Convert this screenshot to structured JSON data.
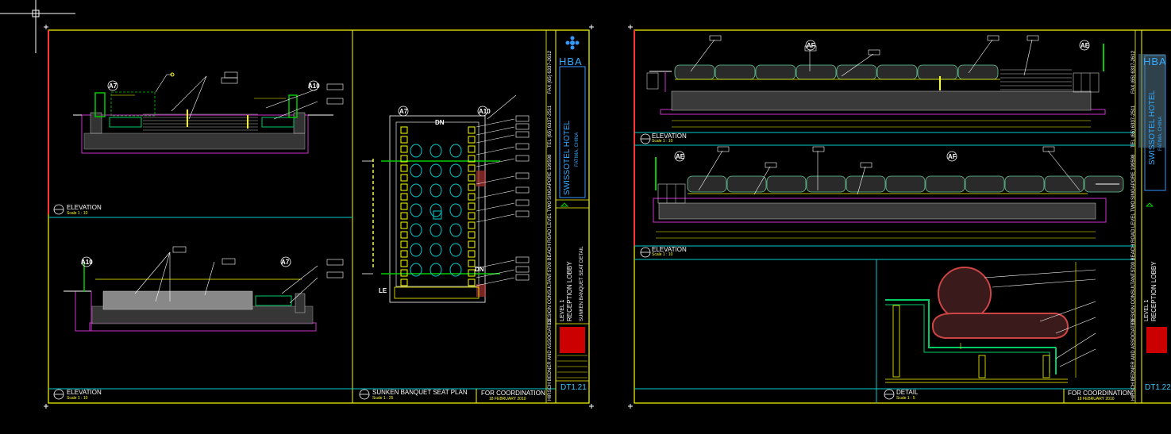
{
  "sheets": [
    {
      "views": [
        {
          "title": "ELEVATION",
          "scale": "Scale 1 : 10"
        },
        {
          "title": "ELEVATION",
          "scale": "Scale 1 : 10"
        },
        {
          "title": "SUNKEN BANQUET SEAT PLAN",
          "scale": "Scale 1 : 25"
        }
      ],
      "tags": [
        "A7",
        "A10",
        "A10",
        "A7",
        "A7",
        "A10",
        "DN",
        "DN",
        "LE"
      ],
      "status": "FOR COORDINATION",
      "date": "18 FEBRUARY 2010",
      "sheet_no": "DT1.21",
      "hotel": "SWISSOTEL HOTEL",
      "hotel_sub": "FATIMA, CHINA",
      "area_level": "LEVEL 1",
      "area_name": "RECEPTION LOBBY",
      "drawing_title": "SUNKEN BANQUET SEAT DETAIL",
      "firm": "HIRSCH BEDNER AND ASSOCIATES",
      "consultant": "DESIGN CONSULTANTS",
      "address": "700 BEACH ROAD LEVEL TWO",
      "city": "SINGAPORE 199598",
      "tel": "TEL (65) 6337-2511",
      "fax": "FAX (65) 6337-2612",
      "logo": "HBA"
    },
    {
      "views": [
        {
          "title": "ELEVATION",
          "scale": "Scale 1 : 10"
        },
        {
          "title": "ELEVATION",
          "scale": "Scale 1 : 10"
        },
        {
          "title": "DETAIL",
          "scale": "Scale 1 : 5"
        }
      ],
      "tags": [
        "AF",
        "AE",
        "AE",
        "AF"
      ],
      "status": "FOR COORDINATION",
      "date": "18 FEBRUARY 2010",
      "sheet_no": "DT1.22",
      "hotel": "SWISSOTEL HOTEL",
      "hotel_sub": "FATIMA, CHINA",
      "area_level": "LEVEL 1",
      "area_name": "RECEPTION LOBBY",
      "firm": "HIRSCH BEDNER AND ASSOCIATES",
      "consultant": "DESIGN CONSULTANTS",
      "address": "700 BEACH ROAD LEVEL TWO",
      "city": "SINGAPORE 199598",
      "tel": "TEL (65) 6337-2511",
      "fax": "FAX (65) 6337-2612",
      "logo": "HBA"
    }
  ],
  "colors": {
    "frame": "#ffff00",
    "cyan": "#00cccc",
    "magenta": "#cc33cc",
    "green": "#00cc00",
    "white": "#ffffff",
    "red": "#dd0000",
    "gray": "#9a9a9a"
  }
}
